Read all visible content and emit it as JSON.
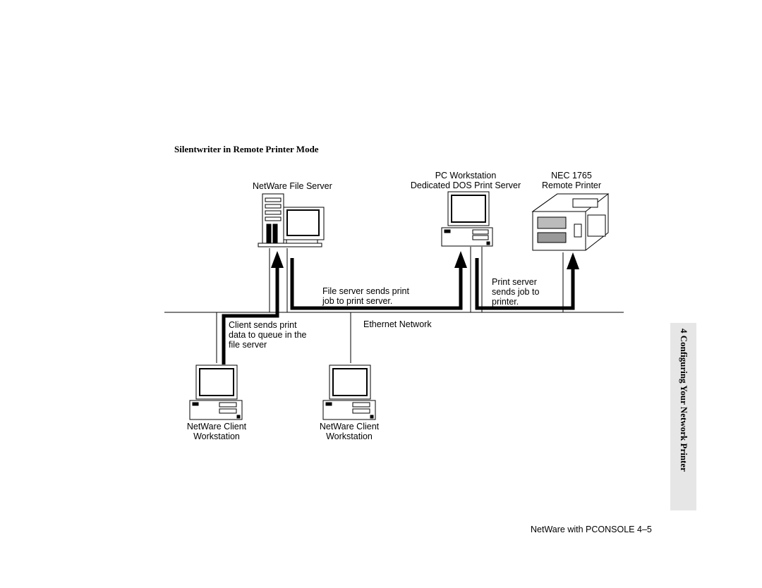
{
  "heading": "Silentwriter in Remote Printer Mode",
  "nodes": {
    "file_server": "NetWare File Server",
    "pc_workstation_line1": "PC Workstation",
    "pc_workstation_line2": "Dedicated DOS Print Server",
    "printer_line1": "NEC 1765",
    "printer_line2": "Remote Printer",
    "client1_line1": "NetWare Client",
    "client1_line2": "Workstation",
    "client2_line1": "NetWare Client",
    "client2_line2": "Workstation"
  },
  "annotations": {
    "file_to_print_line1": "File server sends print",
    "file_to_print_line2": "job to print server.",
    "print_to_printer_line1": "Print server",
    "print_to_printer_line2": "sends job to",
    "print_to_printer_line3": "printer.",
    "client_line1": "Client sends print",
    "client_line2": "data to queue in the",
    "client_line3": "file server",
    "network": "Ethernet Network"
  },
  "side_tab": "4   Configuring Your Network Printer",
  "footer": {
    "title": "NetWare with PCONSOLE",
    "page": "4–5"
  }
}
